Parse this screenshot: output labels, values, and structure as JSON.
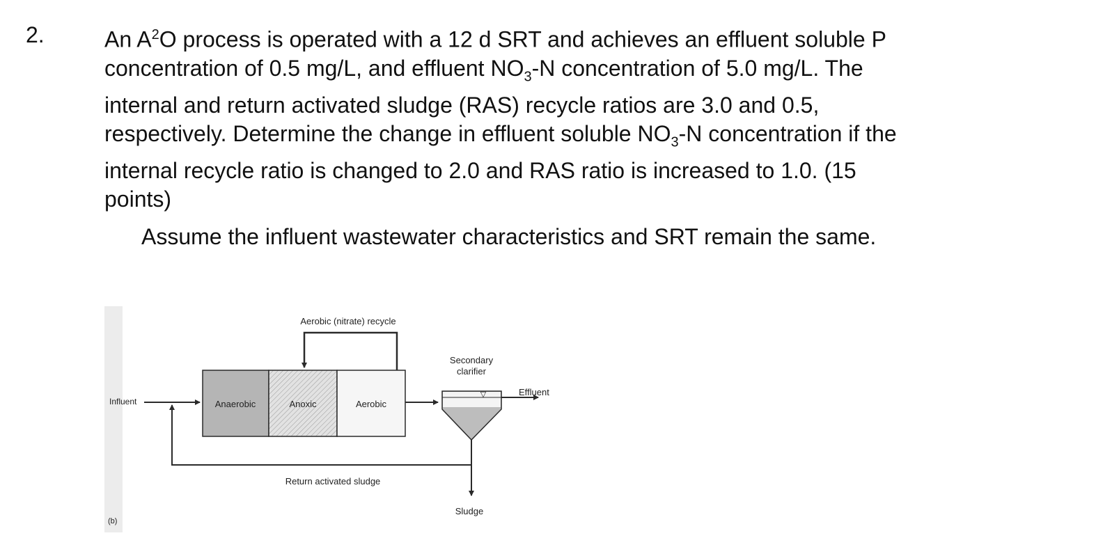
{
  "question": {
    "number": "2.",
    "lines": [
      [
        "An A",
        "2",
        "O process is operated with a 12 d SRT and achieves an effluent soluble P"
      ],
      [
        "concentration of 0.5 mg/L, and effluent NO",
        "3",
        "-N concentration of 5.0 mg/L. The"
      ],
      [
        "internal and return activated sludge (RAS) recycle ratios are 3.0 and 0.5,"
      ],
      [
        "respectively.  Determine the change in effluent soluble NO",
        "3",
        "-N concentration if the"
      ],
      [
        "internal recycle ratio is changed to 2.0 and RAS ratio is increased to 1.0. (15"
      ],
      [
        "points)"
      ]
    ],
    "assumption": "Assume the influent wastewater characteristics and SRT remain the same."
  },
  "diagram": {
    "labels": {
      "recycle": "Aerobic (nitrate) recycle",
      "influent": "Influent",
      "anaerobic": "Anaerobic",
      "anoxic": "Anoxic",
      "aerobic": "Aerobic",
      "clarifier_line1": "Secondary",
      "clarifier_line2": "clarifier",
      "effluent": "Effluent",
      "ras": "Return activated sludge",
      "sludge": "Sludge",
      "panel": "(b)"
    },
    "colors": {
      "anaerobic_fill": "#b5b5b5",
      "anoxic_fill": "#d9d9d9",
      "line": "#2a2a2a",
      "clarifier_fill": "#bdbdbd"
    }
  }
}
